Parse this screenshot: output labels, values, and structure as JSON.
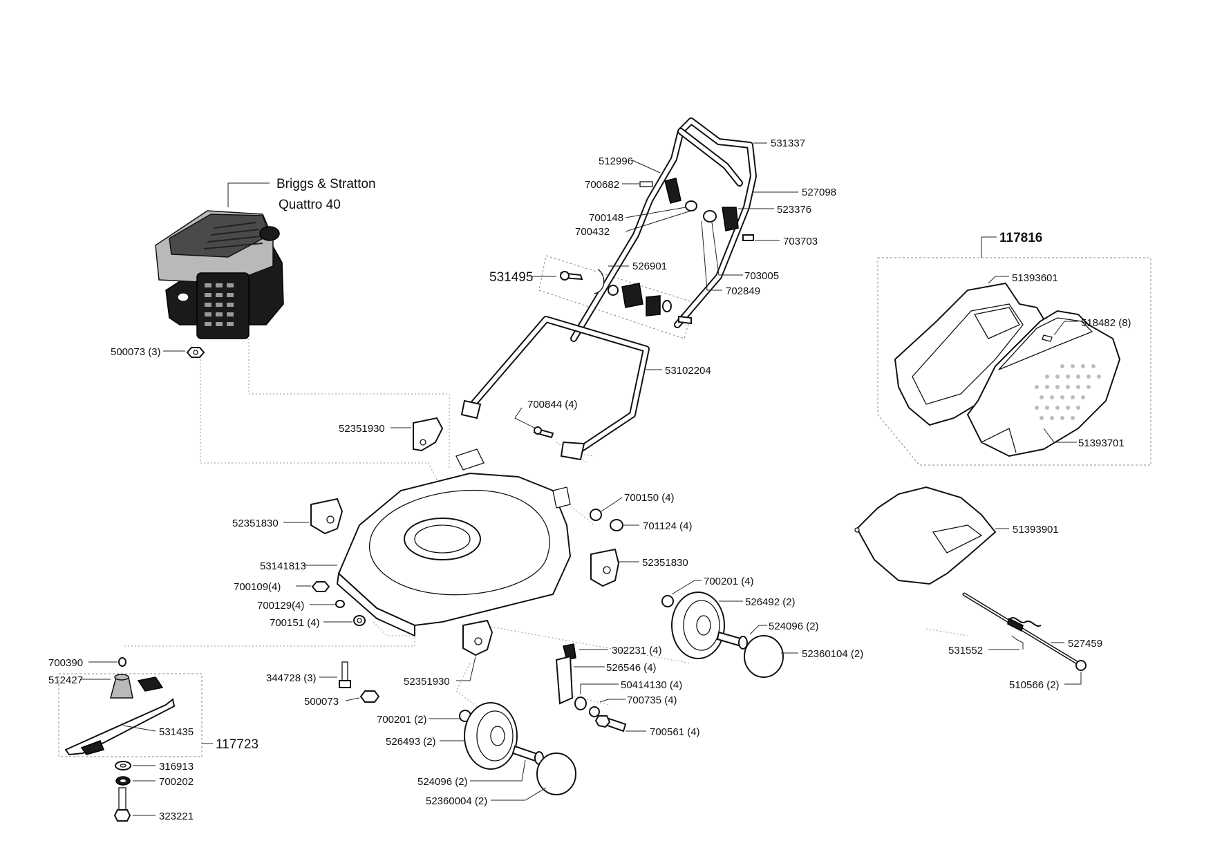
{
  "engine": {
    "name": "Briggs & Stratton",
    "model": "Quattro 40"
  },
  "kits": {
    "grass_catcher": "117816",
    "blade_kit": "117723"
  },
  "labels": {
    "p531337": "531337",
    "p512996": "512996",
    "p700682": "700682",
    "p527098": "527098",
    "p523376": "523376",
    "p700148": "700148",
    "p700432": "700432",
    "p703703": "703703",
    "p531495": "531495",
    "p526901": "526901",
    "p703005": "703005",
    "p702849": "702849",
    "p500073_3": "500073 (3)",
    "p53102204": "53102204",
    "p700844": "700844 (4)",
    "p52351930_a": "52351930",
    "p52351830_a": "52351830",
    "p700150": "700150 (4)",
    "p701124": "701124 (4)",
    "p53141813": "53141813",
    "p52351830_b": "52351830",
    "p700109": "700109(4)",
    "p700201_a": "700201 (4)",
    "p700129": "700129(4)",
    "p526492": "526492 (2)",
    "p700151": "700151 (4)",
    "p524096_a": "524096 (2)",
    "p302231": "302231 (4)",
    "p52360104": "52360104 (2)",
    "p700390": "700390",
    "p526546": "526546 (4)",
    "p512427": "512427",
    "p344728": "344728 (3)",
    "p52351930_b": "52351930",
    "p50414130": "50414130 (4)",
    "p500073": "500073",
    "p700735": "700735 (4)",
    "p531435": "531435",
    "p700201_b": "700201 (2)",
    "p700561": "700561 (4)",
    "p526493": "526493 (2)",
    "p316913": "316913",
    "p700202": "700202",
    "p524096_b": "524096 (2)",
    "p52360004": "52360004 (2)",
    "p323221": "323221",
    "p51393601": "51393601",
    "p518482": "518482 (8)",
    "p51393701": "51393701",
    "p51393901": "51393901",
    "p531552": "531552",
    "p527459": "527459",
    "p510566": "510566 (2)"
  }
}
